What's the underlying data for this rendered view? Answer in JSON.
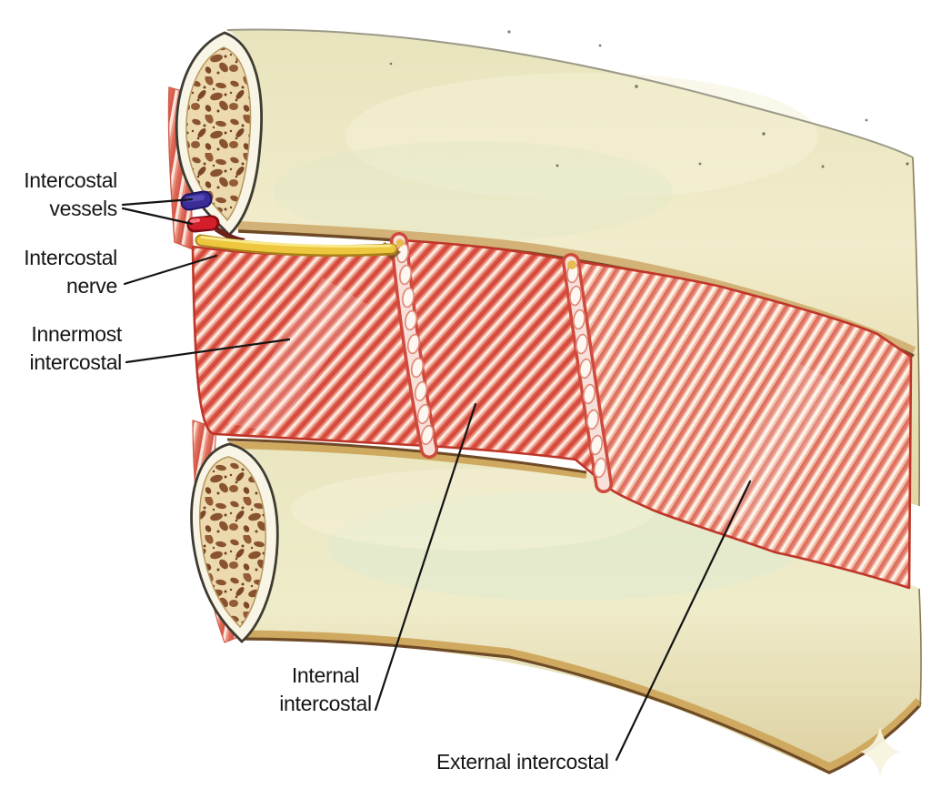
{
  "figure": {
    "type": "anatomical-illustration",
    "subject": "Intercostal muscles, vessels and nerve between two ribs"
  },
  "labels": {
    "intercostal_vessels": {
      "line1": "Intercostal",
      "line2": "vessels"
    },
    "intercostal_nerve": {
      "line1": "Intercostal",
      "line2": "nerve"
    },
    "innermost_intercostal": {
      "line1": "Innermost",
      "line2": "intercostal"
    },
    "internal_intercostal": {
      "line1": "Internal",
      "line2": "intercostal"
    },
    "external_intercostal": {
      "text": "External intercostal"
    }
  },
  "colors": {
    "background": "#ffffff",
    "rib_bone_cream": "#ece9c4",
    "rib_edge_tan": "#cfa95f",
    "rib_edge_brown": "#6e4a26",
    "bone_spongy_brown": "#8a5330",
    "muscle_red": "#d5493d",
    "muscle_light": "#fbe7dd",
    "external_muscle_pink": "#e2786a",
    "fascia_white": "#fdf6f1",
    "nerve_yellow": "#edc83e",
    "vein_blue": "#3a2d96",
    "artery_red": "#d41f2b",
    "leader_line": "#141414",
    "label_text": "#151515"
  }
}
